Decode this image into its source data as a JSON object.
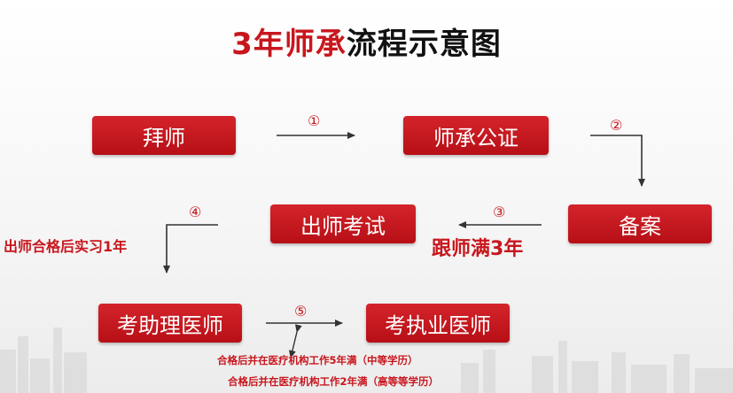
{
  "title": {
    "accent": "3年师承",
    "rest": "流程示意图"
  },
  "steps": {
    "step1": "拜师",
    "step2": "师承公证",
    "step3": "备案",
    "step4": "出师考试",
    "step5": "考助理医师",
    "step6": "考执业医师"
  },
  "arrows": {
    "n1": "①",
    "n2": "②",
    "n3": "③",
    "n4": "④",
    "n5": "⑤"
  },
  "labels": {
    "follow_teacher": "跟师满3年",
    "internship": "出师合格后实习1年",
    "note_secondary": "合格后并在医疗机构工作5年满（中等学历）",
    "note_higher": "合格后并在医疗机构工作2年满（高等等学历）"
  },
  "colors": {
    "accent": "#c8161d",
    "box": "#c41a20",
    "title": "#111111"
  }
}
